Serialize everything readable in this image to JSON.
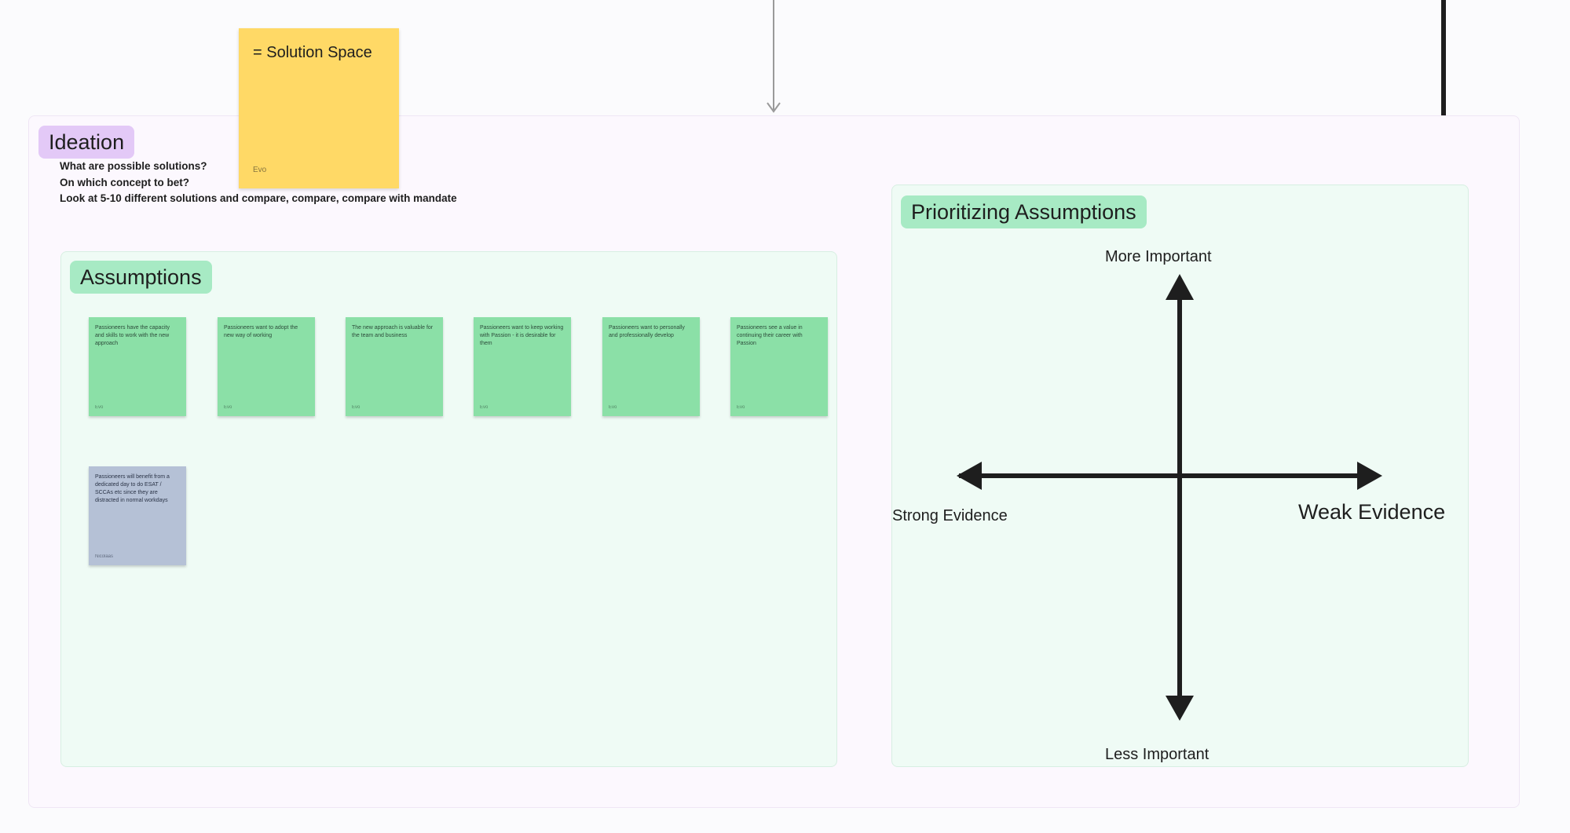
{
  "ideation": {
    "title": "Ideation",
    "notes": [
      "What are possible solutions?",
      "On which concept to bet?",
      "Look at 5-10 different solutions and compare, compare, compare with mandate"
    ]
  },
  "solution_sticky": {
    "text": "= Solution Space",
    "author": "Evo"
  },
  "assumptions": {
    "title": "Assumptions",
    "stickies": [
      {
        "text": "Passioneers have the capacity and skills to work with the new approach",
        "author": "Evo"
      },
      {
        "text": "Passioneers want to adopt the new way of working",
        "author": "Evo"
      },
      {
        "text": "The new approach is valuable for the team and business",
        "author": "Evo"
      },
      {
        "text": "Passioneers want to keep working with Passion - it is desirable for them",
        "author": "Evo"
      },
      {
        "text": "Passioneers want to personally and professionally develop",
        "author": "Evo"
      },
      {
        "text": "Passioneers see a value in continuing their career with Passion",
        "author": "Evo"
      },
      {
        "text": "Passioneers will benefit from a dedicated day to do ESAT / SCCAs etc since they are distracted in normal workdays",
        "author": "Nicolaas"
      }
    ]
  },
  "prioritizing": {
    "title": "Prioritizing Assumptions",
    "top": "More Important",
    "bottom": "Less Important",
    "left": "Strong Evidence",
    "right": "Weak Evidence"
  },
  "colors": {
    "sticky_yellow": "#ffd966",
    "sticky_green": "#8be0a7",
    "sticky_blue": "#b5c1d6",
    "ideation_label": "#e3c9f7",
    "assumptions_label": "#a7eac4"
  }
}
